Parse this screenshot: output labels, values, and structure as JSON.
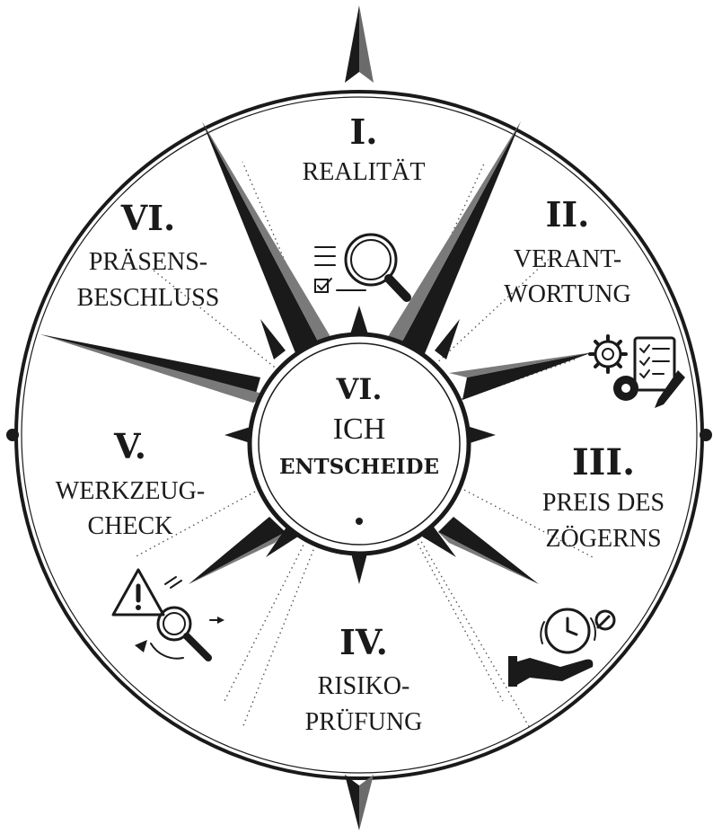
{
  "sections": [
    {
      "numeral": "I.",
      "label_lines": [
        "REALITÄT"
      ],
      "icon": "magnifier-checklist-icon"
    },
    {
      "numeral": "II.",
      "label_lines": [
        "VERANT-",
        "WORTUNG"
      ],
      "icon": "gears-checklist-icon"
    },
    {
      "numeral": "III.",
      "label_lines": [
        "PREIS DES",
        "ZÖGERNS"
      ],
      "icon": "hand-clock-icon"
    },
    {
      "numeral": "IV.",
      "label_lines": [
        "RISIKO-",
        "PRÜFUNG"
      ],
      "icon": null
    },
    {
      "numeral": "V.",
      "label_lines": [
        "WERKZEUG-",
        "CHECK"
      ],
      "icon": "warning-magnifier-icon"
    },
    {
      "numeral": "VI.",
      "label_lines": [
        "PRÄSENS-",
        "BESCHLUSS"
      ],
      "icon": null
    }
  ],
  "center": {
    "numeral": "VI.",
    "line1": "ICH",
    "line2": "ENTSCHEIDE"
  },
  "colors": {
    "ink": "#1a1a1a",
    "background": "#ffffff"
  }
}
